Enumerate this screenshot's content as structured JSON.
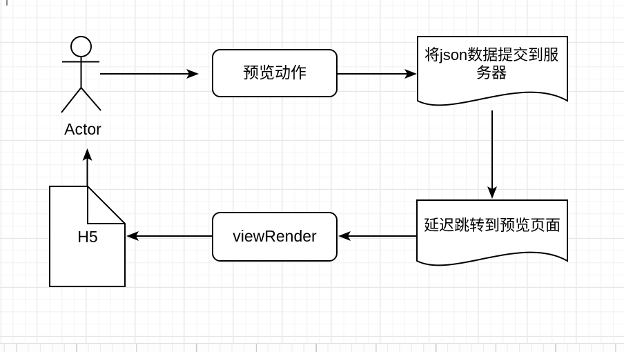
{
  "diagram": {
    "nodes": {
      "actor": {
        "label": "Actor",
        "shape": "uml-actor"
      },
      "preview_action": {
        "label": "预览动作",
        "shape": "rounded-rectangle"
      },
      "submit_json": {
        "label": "将json数据提交到服\n务器",
        "shape": "document"
      },
      "delay_jump": {
        "label": "延迟跳转到预览页面",
        "shape": "document"
      },
      "view_render": {
        "label": "viewRender",
        "shape": "rounded-rectangle"
      },
      "h5": {
        "label": "H5",
        "shape": "note"
      }
    },
    "edges": [
      {
        "from": "actor",
        "to": "preview_action",
        "direction": "right"
      },
      {
        "from": "preview_action",
        "to": "submit_json",
        "direction": "right"
      },
      {
        "from": "submit_json",
        "to": "delay_jump",
        "direction": "down"
      },
      {
        "from": "delay_jump",
        "to": "view_render",
        "direction": "left"
      },
      {
        "from": "view_render",
        "to": "h5",
        "direction": "left"
      },
      {
        "from": "h5",
        "to": "actor",
        "direction": "up"
      }
    ],
    "colors": {
      "stroke": "#000000",
      "shape_fill": "#ffffff",
      "grid_minor": "#f4f4f4",
      "grid_major": "#e7e7e7",
      "canvas_bg": "#ffffff"
    }
  }
}
